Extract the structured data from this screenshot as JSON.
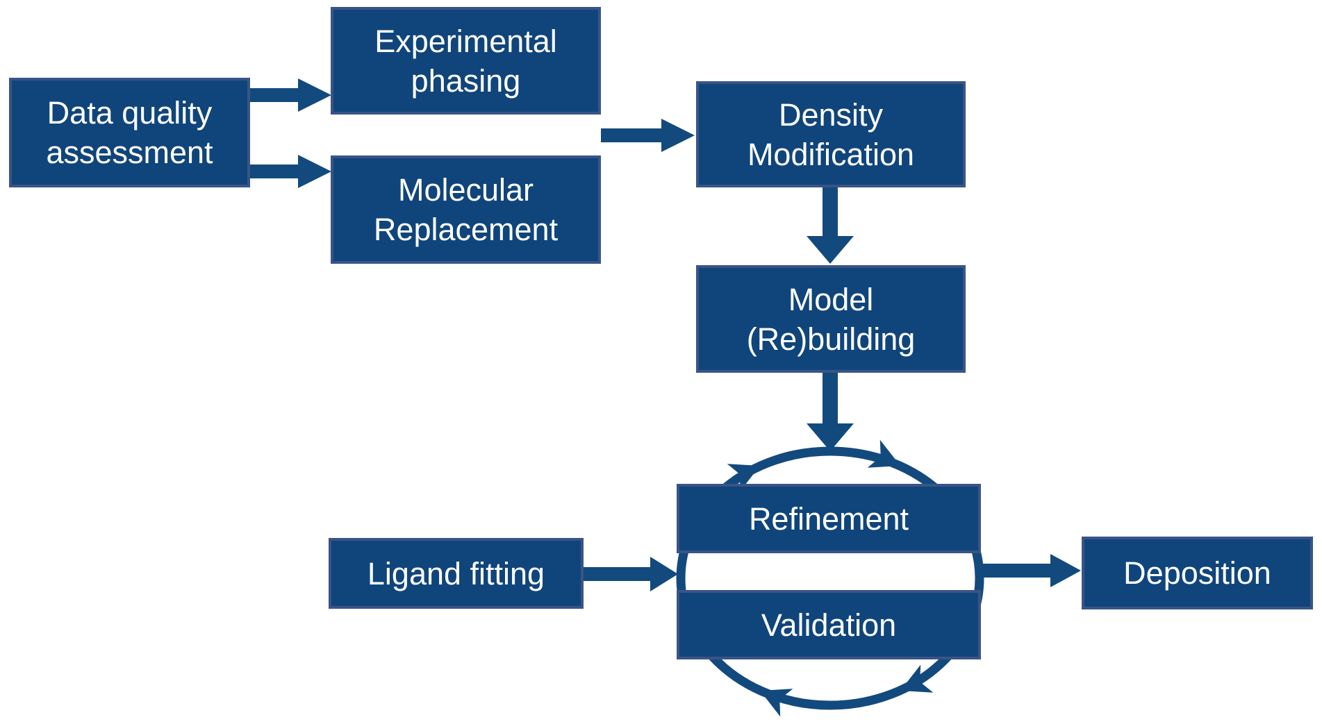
{
  "diagram": {
    "background": "#FFFFFF",
    "colors": {
      "box_fill": "#10457B",
      "box_border": "#3A5487",
      "arrow": "#134A7E",
      "text": "#FFFFFF"
    },
    "nodes": {
      "data_quality_assessment": {
        "line1": "Data quality",
        "line2": "assessment"
      },
      "experimental_phasing": {
        "line1": "Experimental",
        "line2": "phasing"
      },
      "molecular_replacement": {
        "line1": "Molecular",
        "line2": "Replacement"
      },
      "density_modification": {
        "line1": "Density",
        "line2": "Modification"
      },
      "model_rebuilding": {
        "line1": "Model",
        "line2": "(Re)building"
      },
      "refinement": {
        "label": "Refinement"
      },
      "validation": {
        "label": "Validation"
      },
      "ligand_fitting": {
        "label": "Ligand fitting"
      },
      "deposition": {
        "label": "Deposition"
      }
    },
    "edges": [
      {
        "from": "data_quality_assessment",
        "to": "experimental_phasing"
      },
      {
        "from": "data_quality_assessment",
        "to": "molecular_replacement"
      },
      {
        "from": "experimental_phasing + molecular_replacement",
        "to": "density_modification"
      },
      {
        "from": "density_modification",
        "to": "model_rebuilding"
      },
      {
        "from": "model_rebuilding",
        "to": "refinement_validation_cycle"
      },
      {
        "from": "ligand_fitting",
        "to": "refinement_validation_cycle"
      },
      {
        "from": "refinement_validation_cycle",
        "to": "deposition"
      }
    ],
    "cycle": {
      "members": [
        "refinement",
        "validation"
      ],
      "direction": "clockwise"
    }
  }
}
